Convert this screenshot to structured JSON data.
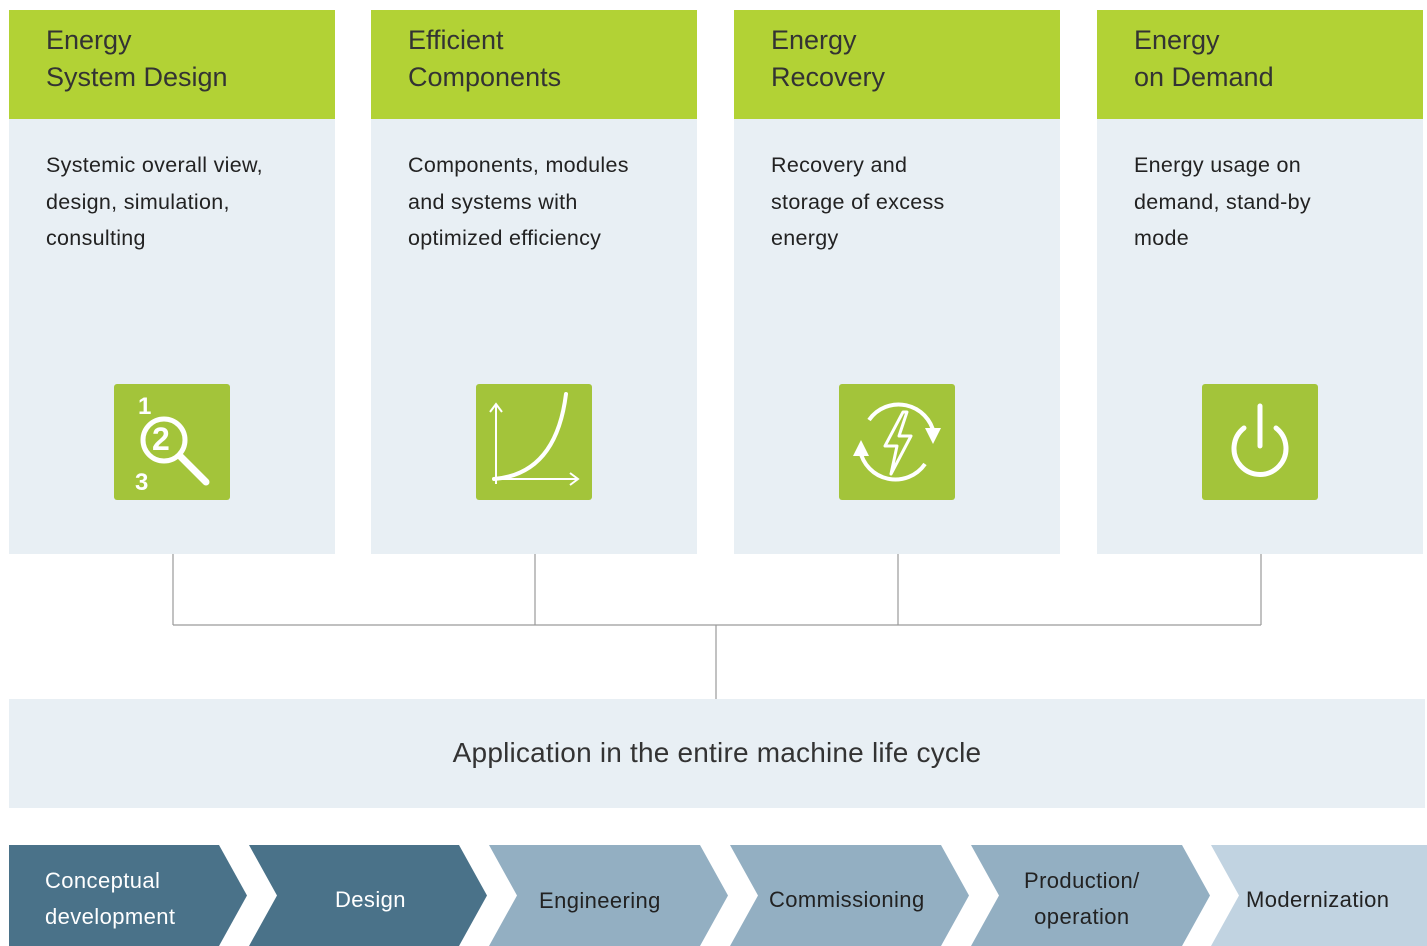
{
  "cards": [
    {
      "title_line1": "Energy",
      "title_line2": "System Design",
      "desc_line1": "Systemic overall view,",
      "desc_line2": "design, simulation,",
      "desc_line3": "consulting",
      "icon": "magnifier-numbers-icon"
    },
    {
      "title_line1": "Efficient",
      "title_line2": "Components",
      "desc_line1": "Components, modules",
      "desc_line2": "and systems with",
      "desc_line3": "optimized efficiency",
      "icon": "efficiency-curve-icon"
    },
    {
      "title_line1": "Energy",
      "title_line2": "Recovery",
      "desc_line1": "Recovery and",
      "desc_line2": "storage of excess",
      "desc_line3": "energy",
      "icon": "energy-recycle-icon"
    },
    {
      "title_line1": "Energy",
      "title_line2": "on Demand",
      "desc_line1": "Energy usage on",
      "desc_line2": "demand, stand-by",
      "desc_line3": "mode",
      "icon": "power-icon"
    }
  ],
  "icon_digits": [
    "1",
    "2",
    "3"
  ],
  "lifecycle": {
    "label": "Application in the entire machine life cycle"
  },
  "stages": [
    {
      "line1": "Conceptual",
      "line2": "development"
    },
    {
      "line1": "Design",
      "line2": ""
    },
    {
      "line1": "Engineering",
      "line2": ""
    },
    {
      "line1": "Commissioning",
      "line2": ""
    },
    {
      "line1": "Production/",
      "line2": "operation"
    },
    {
      "line1": "Modernization",
      "line2": ""
    }
  ],
  "colors": {
    "card_header": "#b2d235",
    "card_body": "#e8eff4",
    "icon_bg": "#a3c43a",
    "stage_dark": "#4a7289",
    "stage_medium": "#93afc2",
    "stage_light": "#c1d3e1",
    "connector": "#9a9a9a"
  }
}
